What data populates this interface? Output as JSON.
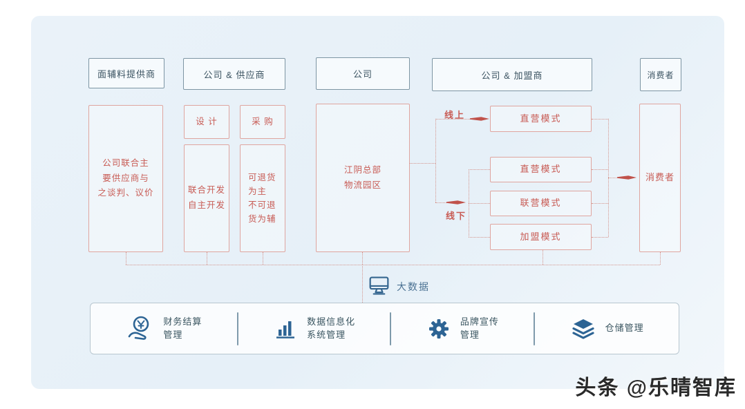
{
  "headers": [
    {
      "label": "面辅料提供商"
    },
    {
      "label": "公司 & 供应商"
    },
    {
      "label": "公司"
    },
    {
      "label": "公司 & 加盟商"
    },
    {
      "label": "消费者"
    }
  ],
  "boxes": {
    "negotiate": {
      "line1": "公司联合主",
      "line2": "要供应商与",
      "line3": "之谈判、议价"
    },
    "design": {
      "label": "设 计"
    },
    "purchase": {
      "label": "采 购"
    },
    "codev": {
      "line1": "联合开发",
      "line2": "自主开发"
    },
    "returns": {
      "line1": "可退货",
      "line2": "为主",
      "line3": "不可退",
      "line4": "货为辅"
    },
    "logistics": {
      "line1": "江阴总部",
      "line2": "物流园区"
    },
    "mode_online_direct": {
      "label": "直营模式"
    },
    "mode_offline_direct": {
      "label": "直营模式"
    },
    "mode_offline_joint": {
      "label": "联营模式"
    },
    "mode_offline_franchise": {
      "label": "加盟模式"
    },
    "consumer": {
      "label": "消费者"
    }
  },
  "channel_labels": {
    "online": "线上",
    "offline": "线下"
  },
  "bigdata": {
    "label": "大数据"
  },
  "bottom_bar": {
    "items": [
      {
        "icon": "finance-icon",
        "line1": "财务结算",
        "line2": "管理"
      },
      {
        "icon": "barchart-icon",
        "line1": "数据信息化",
        "line2": "系统管理"
      },
      {
        "icon": "gear-icon",
        "line1": "品牌宣传",
        "line2": "管理"
      },
      {
        "icon": "layers-icon",
        "line1": "仓储管理",
        "line2": ""
      }
    ]
  },
  "watermark": {
    "text": "头条 @乐晴智库"
  },
  "colors": {
    "red_text": "#c85c55",
    "red_border": "#dfa59f",
    "dash_line": "#d4948c",
    "arrow": "#c0524b",
    "header_text": "#3b5361",
    "header_border": "#7d95a3",
    "icon_blue": "#2d6494",
    "panel_bg": "#e8f1f8"
  }
}
